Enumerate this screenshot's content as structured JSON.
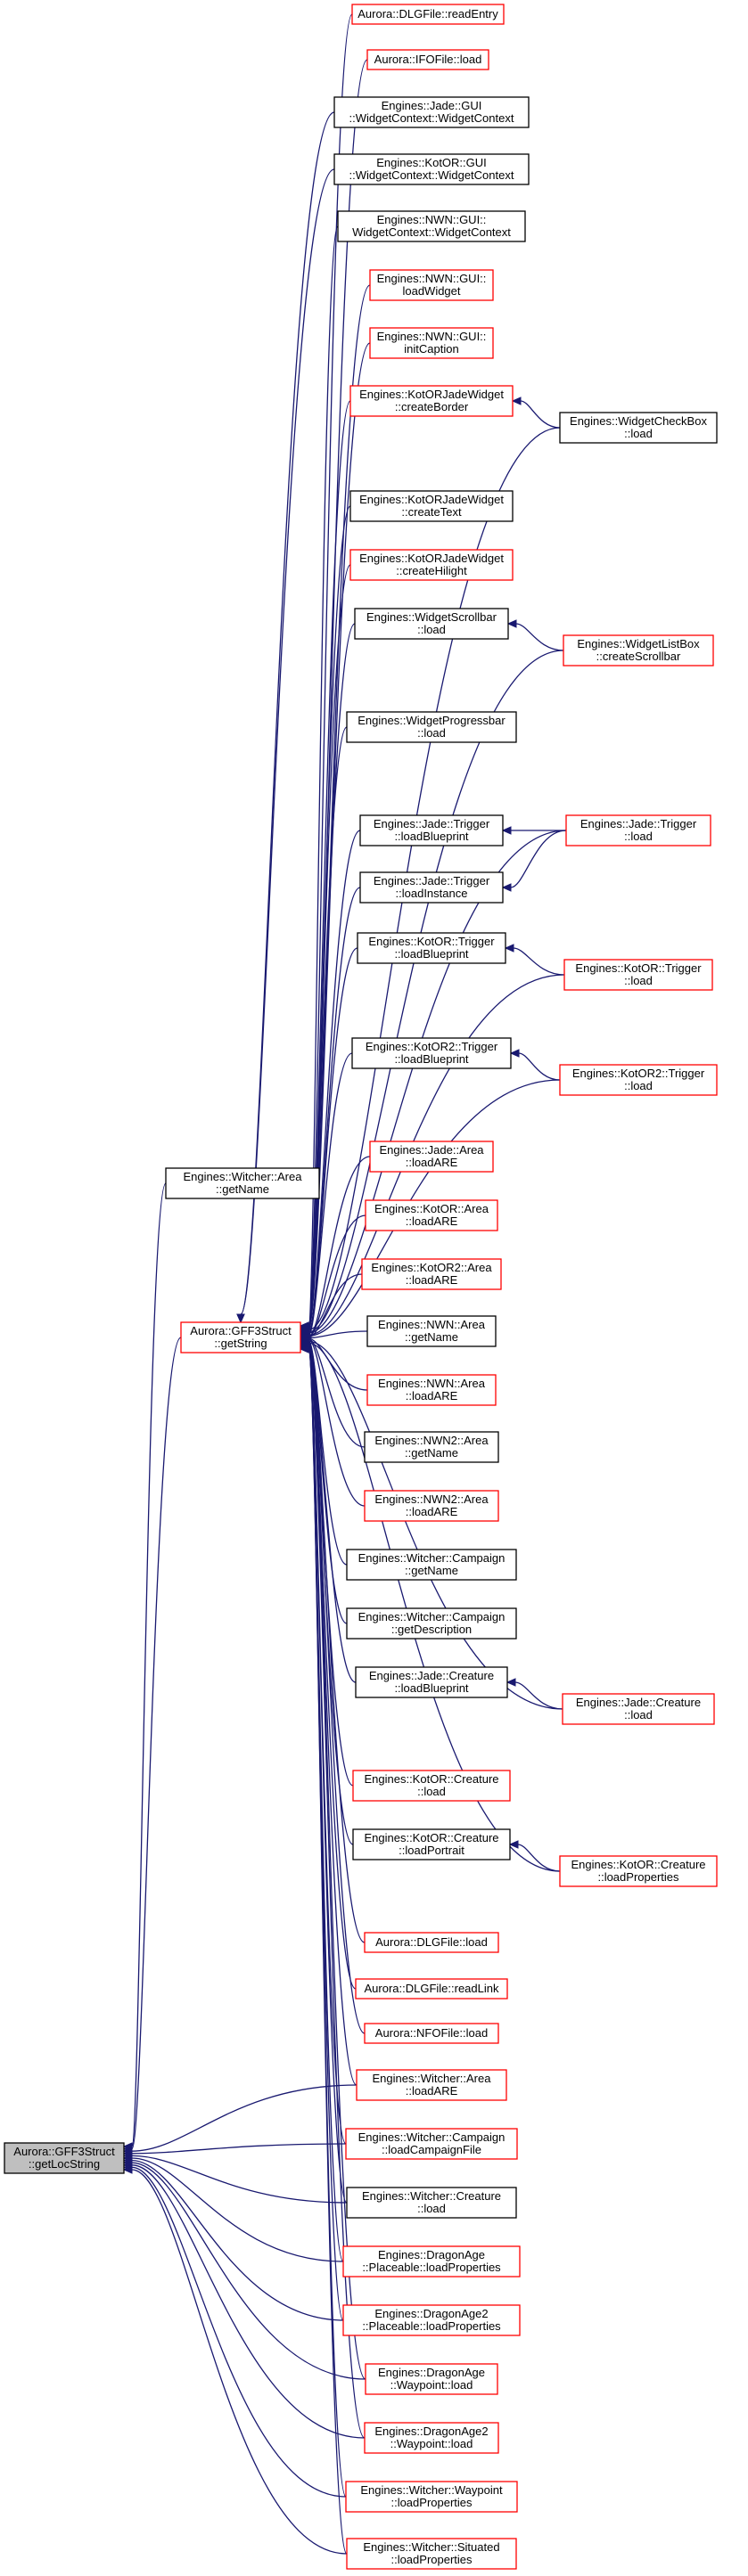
{
  "colors": {
    "edge": "#191970",
    "border_default": "#000000",
    "border_red": "#ff0000",
    "fill_default": "#ffffff",
    "fill_highlight": "#bfbfbf"
  },
  "nodes": [
    {
      "id": "getlocstring",
      "lines": [
        "Aurora::GFF3Struct",
        "::getLocString"
      ],
      "style": "highlight"
    },
    {
      "id": "witcher-area-getname",
      "lines": [
        "Engines::Witcher::Area",
        "::getName"
      ],
      "style": "black"
    },
    {
      "id": "getstring",
      "lines": [
        "Aurora::GFF3Struct",
        "::getString"
      ],
      "style": "red"
    },
    {
      "id": "dlg-readentry",
      "lines": [
        "Aurora::DLGFile::readEntry"
      ],
      "style": "red"
    },
    {
      "id": "ifo-load",
      "lines": [
        "Aurora::IFOFile::load"
      ],
      "style": "red"
    },
    {
      "id": "jade-widgetcontext",
      "lines": [
        "Engines::Jade::GUI",
        "::WidgetContext::WidgetContext"
      ],
      "style": "black"
    },
    {
      "id": "kotor-widgetcontext",
      "lines": [
        "Engines::KotOR::GUI",
        "::WidgetContext::WidgetContext"
      ],
      "style": "black"
    },
    {
      "id": "nwn-widgetcontext",
      "lines": [
        "Engines::NWN::GUI::",
        "WidgetContext::WidgetContext"
      ],
      "style": "black"
    },
    {
      "id": "nwn-loadwidget",
      "lines": [
        "Engines::NWN::GUI::",
        "loadWidget"
      ],
      "style": "red"
    },
    {
      "id": "nwn-initcaption",
      "lines": [
        "Engines::NWN::GUI::",
        "initCaption"
      ],
      "style": "red"
    },
    {
      "id": "kotorjade-createborder",
      "lines": [
        "Engines::KotORJadeWidget",
        "::createBorder"
      ],
      "style": "red"
    },
    {
      "id": "widgetcheckbox-load",
      "lines": [
        "Engines::WidgetCheckBox",
        "::load"
      ],
      "style": "black"
    },
    {
      "id": "kotorjade-createtext",
      "lines": [
        "Engines::KotORJadeWidget",
        "::createText"
      ],
      "style": "black"
    },
    {
      "id": "kotorjade-createhilight",
      "lines": [
        "Engines::KotORJadeWidget",
        "::createHilight"
      ],
      "style": "red"
    },
    {
      "id": "widgetscrollbar-load",
      "lines": [
        "Engines::WidgetScrollbar",
        "::load"
      ],
      "style": "black"
    },
    {
      "id": "widgetlistbox-createscrollbar",
      "lines": [
        "Engines::WidgetListBox",
        "::createScrollbar"
      ],
      "style": "red"
    },
    {
      "id": "widgetprogressbar-load",
      "lines": [
        "Engines::WidgetProgressbar",
        "::load"
      ],
      "style": "black"
    },
    {
      "id": "jade-trigger-loadblueprint",
      "lines": [
        "Engines::Jade::Trigger",
        "::loadBlueprint"
      ],
      "style": "black"
    },
    {
      "id": "jade-trigger-load",
      "lines": [
        "Engines::Jade::Trigger",
        "::load"
      ],
      "style": "red"
    },
    {
      "id": "jade-trigger-loadinstance",
      "lines": [
        "Engines::Jade::Trigger",
        "::loadInstance"
      ],
      "style": "black"
    },
    {
      "id": "kotor-trigger-loadblueprint",
      "lines": [
        "Engines::KotOR::Trigger",
        "::loadBlueprint"
      ],
      "style": "black"
    },
    {
      "id": "kotor-trigger-load",
      "lines": [
        "Engines::KotOR::Trigger",
        "::load"
      ],
      "style": "red"
    },
    {
      "id": "kotor2-trigger-loadblueprint",
      "lines": [
        "Engines::KotOR2::Trigger",
        "::loadBlueprint"
      ],
      "style": "black"
    },
    {
      "id": "kotor2-trigger-load",
      "lines": [
        "Engines::KotOR2::Trigger",
        "::load"
      ],
      "style": "red"
    },
    {
      "id": "jade-area-loadare",
      "lines": [
        "Engines::Jade::Area",
        "::loadARE"
      ],
      "style": "red"
    },
    {
      "id": "kotor-area-loadare",
      "lines": [
        "Engines::KotOR::Area",
        "::loadARE"
      ],
      "style": "red"
    },
    {
      "id": "kotor2-area-loadare",
      "lines": [
        "Engines::KotOR2::Area",
        "::loadARE"
      ],
      "style": "red"
    },
    {
      "id": "nwn-area-getname",
      "lines": [
        "Engines::NWN::Area",
        "::getName"
      ],
      "style": "black"
    },
    {
      "id": "nwn-area-loadare",
      "lines": [
        "Engines::NWN::Area",
        "::loadARE"
      ],
      "style": "red"
    },
    {
      "id": "nwn2-area-getname",
      "lines": [
        "Engines::NWN2::Area",
        "::getName"
      ],
      "style": "black"
    },
    {
      "id": "nwn2-area-loadare",
      "lines": [
        "Engines::NWN2::Area",
        "::loadARE"
      ],
      "style": "red"
    },
    {
      "id": "witcher-campaign-getname",
      "lines": [
        "Engines::Witcher::Campaign",
        "::getName"
      ],
      "style": "black"
    },
    {
      "id": "witcher-campaign-getdescription",
      "lines": [
        "Engines::Witcher::Campaign",
        "::getDescription"
      ],
      "style": "black"
    },
    {
      "id": "jade-creature-loadblueprint",
      "lines": [
        "Engines::Jade::Creature",
        "::loadBlueprint"
      ],
      "style": "black"
    },
    {
      "id": "jade-creature-load",
      "lines": [
        "Engines::Jade::Creature",
        "::load"
      ],
      "style": "red"
    },
    {
      "id": "kotor-creature-load",
      "lines": [
        "Engines::KotOR::Creature",
        "::load"
      ],
      "style": "red"
    },
    {
      "id": "kotor-creature-loadportrait",
      "lines": [
        "Engines::KotOR::Creature",
        "::loadPortrait"
      ],
      "style": "black"
    },
    {
      "id": "kotor-creature-loadproperties",
      "lines": [
        "Engines::KotOR::Creature",
        "::loadProperties"
      ],
      "style": "red"
    },
    {
      "id": "dlg-load",
      "lines": [
        "Aurora::DLGFile::load"
      ],
      "style": "red"
    },
    {
      "id": "dlg-readlink",
      "lines": [
        "Aurora::DLGFile::readLink"
      ],
      "style": "red"
    },
    {
      "id": "nfo-load",
      "lines": [
        "Aurora::NFOFile::load"
      ],
      "style": "red"
    },
    {
      "id": "witcher-area-loadare",
      "lines": [
        "Engines::Witcher::Area",
        "::loadARE"
      ],
      "style": "red"
    },
    {
      "id": "witcher-campaign-loadcampaignfile",
      "lines": [
        "Engines::Witcher::Campaign",
        "::loadCampaignFile"
      ],
      "style": "red"
    },
    {
      "id": "witcher-creature-load",
      "lines": [
        "Engines::Witcher::Creature",
        "::load"
      ],
      "style": "black"
    },
    {
      "id": "dragonage-placeable-loadproperties",
      "lines": [
        "Engines::DragonAge",
        "::Placeable::loadProperties"
      ],
      "style": "red"
    },
    {
      "id": "dragonage2-placeable-loadproperties",
      "lines": [
        "Engines::DragonAge2",
        "::Placeable::loadProperties"
      ],
      "style": "red"
    },
    {
      "id": "dragonage-waypoint-load",
      "lines": [
        "Engines::DragonAge",
        "::Waypoint::load"
      ],
      "style": "red"
    },
    {
      "id": "dragonage2-waypoint-load",
      "lines": [
        "Engines::DragonAge2",
        "::Waypoint::load"
      ],
      "style": "red"
    },
    {
      "id": "witcher-waypoint-loadproperties",
      "lines": [
        "Engines::Witcher::Waypoint",
        "::loadProperties"
      ],
      "style": "red"
    },
    {
      "id": "witcher-situated-loadproperties",
      "lines": [
        "Engines::Witcher::Situated",
        "::loadProperties"
      ],
      "style": "red"
    }
  ],
  "edges": [
    [
      "witcher-area-getname",
      "getlocstring"
    ],
    [
      "getstring",
      "getlocstring"
    ],
    [
      "witcher-area-loadare",
      "getlocstring"
    ],
    [
      "witcher-campaign-loadcampaignfile",
      "getlocstring"
    ],
    [
      "witcher-creature-load",
      "getlocstring"
    ],
    [
      "dragonage-placeable-loadproperties",
      "getlocstring"
    ],
    [
      "dragonage2-placeable-loadproperties",
      "getlocstring"
    ],
    [
      "dragonage-waypoint-load",
      "getlocstring"
    ],
    [
      "dragonage2-waypoint-load",
      "getlocstring"
    ],
    [
      "witcher-waypoint-loadproperties",
      "getlocstring"
    ],
    [
      "witcher-situated-loadproperties",
      "getlocstring"
    ],
    [
      "dlg-readentry",
      "getstring"
    ],
    [
      "ifo-load",
      "getstring"
    ],
    [
      "jade-widgetcontext",
      "getstring"
    ],
    [
      "kotor-widgetcontext",
      "getstring"
    ],
    [
      "nwn-widgetcontext",
      "getstring"
    ],
    [
      "nwn-loadwidget",
      "getstring"
    ],
    [
      "nwn-initcaption",
      "getstring"
    ],
    [
      "kotorjade-createborder",
      "getstring"
    ],
    [
      "widgetcheckbox-load",
      "getstring"
    ],
    [
      "kotorjade-createtext",
      "getstring"
    ],
    [
      "kotorjade-createhilight",
      "getstring"
    ],
    [
      "widgetscrollbar-load",
      "getstring"
    ],
    [
      "widgetlistbox-createscrollbar",
      "getstring"
    ],
    [
      "widgetprogressbar-load",
      "getstring"
    ],
    [
      "jade-trigger-load",
      "getstring"
    ],
    [
      "jade-trigger-loadblueprint",
      "getstring"
    ],
    [
      "jade-trigger-loadinstance",
      "getstring"
    ],
    [
      "kotor-trigger-loadblueprint",
      "getstring"
    ],
    [
      "kotor-trigger-load",
      "getstring"
    ],
    [
      "kotor2-trigger-loadblueprint",
      "getstring"
    ],
    [
      "kotor2-trigger-load",
      "getstring"
    ],
    [
      "jade-area-loadare",
      "getstring"
    ],
    [
      "kotor-area-loadare",
      "getstring"
    ],
    [
      "kotor2-area-loadare",
      "getstring"
    ],
    [
      "nwn-area-getname",
      "getstring"
    ],
    [
      "nwn-area-loadare",
      "getstring"
    ],
    [
      "nwn2-area-getname",
      "getstring"
    ],
    [
      "nwn2-area-loadare",
      "getstring"
    ],
    [
      "witcher-campaign-getname",
      "getstring"
    ],
    [
      "witcher-campaign-getdescription",
      "getstring"
    ],
    [
      "jade-creature-loadblueprint",
      "getstring"
    ],
    [
      "jade-creature-load",
      "getstring"
    ],
    [
      "kotor-creature-load",
      "getstring"
    ],
    [
      "kotor-creature-loadportrait",
      "getstring"
    ],
    [
      "kotor-creature-loadproperties",
      "getstring"
    ],
    [
      "dlg-load",
      "getstring"
    ],
    [
      "dlg-readlink",
      "getstring"
    ],
    [
      "nfo-load",
      "getstring"
    ],
    [
      "witcher-area-loadare",
      "getstring"
    ],
    [
      "witcher-campaign-loadcampaignfile",
      "getstring"
    ],
    [
      "witcher-creature-load",
      "getstring"
    ],
    [
      "dragonage-placeable-loadproperties",
      "getstring"
    ],
    [
      "dragonage2-placeable-loadproperties",
      "getstring"
    ],
    [
      "dragonage-waypoint-load",
      "getstring"
    ],
    [
      "dragonage2-waypoint-load",
      "getstring"
    ],
    [
      "witcher-waypoint-loadproperties",
      "getstring"
    ],
    [
      "witcher-situated-loadproperties",
      "getstring"
    ],
    [
      "widgetcheckbox-load",
      "kotorjade-createborder"
    ],
    [
      "widgetlistbox-createscrollbar",
      "widgetscrollbar-load"
    ],
    [
      "jade-trigger-load",
      "jade-trigger-loadblueprint"
    ],
    [
      "jade-trigger-load",
      "jade-trigger-loadinstance"
    ],
    [
      "kotor-trigger-load",
      "kotor-trigger-loadblueprint"
    ],
    [
      "kotor2-trigger-load",
      "kotor2-trigger-loadblueprint"
    ],
    [
      "jade-creature-load",
      "jade-creature-loadblueprint"
    ],
    [
      "kotor-creature-loadproperties",
      "kotor-creature-loadportrait"
    ]
  ]
}
